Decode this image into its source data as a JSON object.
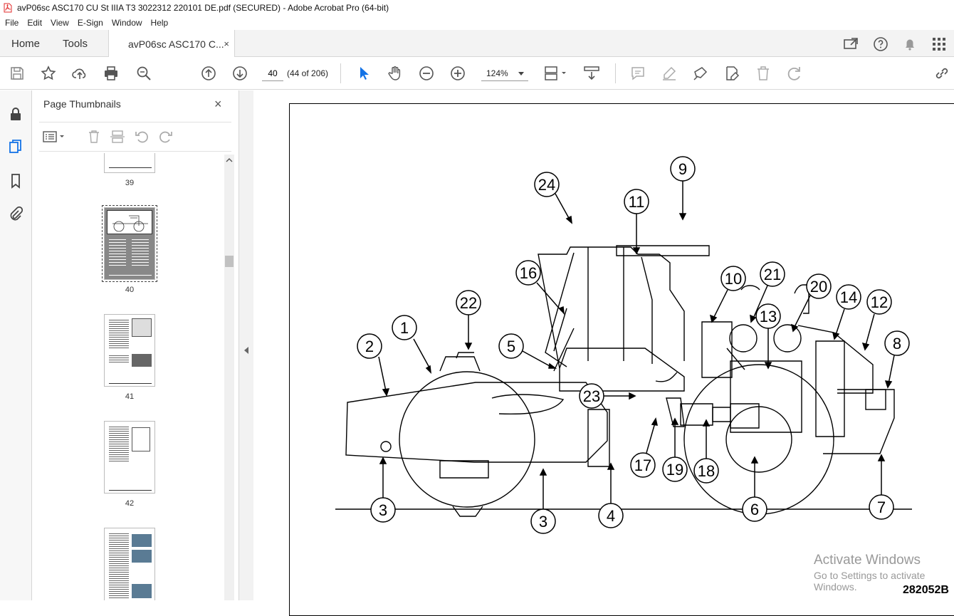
{
  "window": {
    "title": "avP06sc ASC170 CU St IIIA T3 3022312 220101 DE.pdf (SECURED) - Adobe Acrobat Pro (64-bit)"
  },
  "menu": [
    "File",
    "Edit",
    "View",
    "E-Sign",
    "Window",
    "Help"
  ],
  "tabs": {
    "home": "Home",
    "tools": "Tools",
    "document": "avP06sc ASC170 C...",
    "close": "×"
  },
  "nav": {
    "page_number": "40",
    "page_count": "(44 of 206)",
    "zoom": "124%"
  },
  "panel": {
    "title": "Page Thumbnails",
    "close": "×",
    "thumbnails": [
      {
        "label": "39"
      },
      {
        "label": "40",
        "selected": true
      },
      {
        "label": "41"
      },
      {
        "label": "42"
      },
      {
        "label": ""
      }
    ]
  },
  "figure": {
    "code": "282052B",
    "callouts": [
      "1",
      "2",
      "3",
      "3",
      "4",
      "5",
      "6",
      "7",
      "8",
      "9",
      "10",
      "11",
      "12",
      "13",
      "14",
      "16",
      "17",
      "18",
      "19",
      "20",
      "21",
      "22",
      "23",
      "24"
    ]
  },
  "watermark": {
    "line1": "Activate Windows",
    "line2": "Go to Settings to activate Windows."
  },
  "colors": {
    "accent": "#1473e6",
    "pdf_red": "#e22b2b",
    "panel_bg": "#f7f7f7"
  }
}
